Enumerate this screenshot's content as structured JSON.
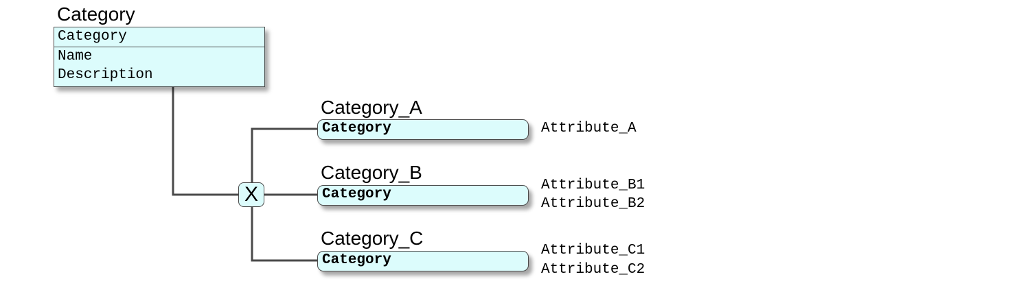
{
  "parent": {
    "title": "Category",
    "key": "Category",
    "attributes": [
      "Name",
      "Description"
    ]
  },
  "discriminator": {
    "symbol": "X"
  },
  "subtypes": [
    {
      "title": "Category_A",
      "key": "Category",
      "attributes": [
        "Attribute_A"
      ]
    },
    {
      "title": "Category_B",
      "key": "Category",
      "attributes": [
        "Attribute_B1",
        "Attribute_B2"
      ]
    },
    {
      "title": "Category_C",
      "key": "Category",
      "attributes": [
        "Attribute_C1",
        "Attribute_C2"
      ]
    }
  ],
  "colors": {
    "fill": "#dcfcfc",
    "line": "#4a4a4a"
  }
}
